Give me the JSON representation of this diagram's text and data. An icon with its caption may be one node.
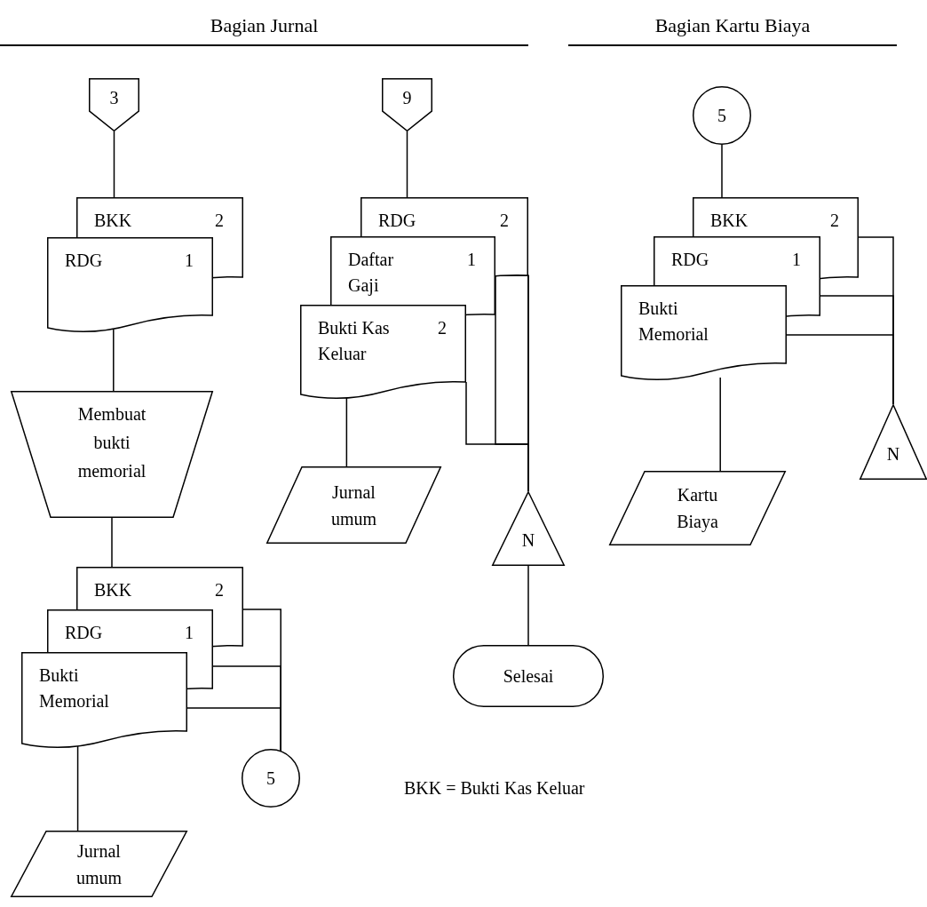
{
  "diagram": {
    "nodes": [
      {
        "text": [
          "3"
        ]
      },
      {
        "text": [
          "BKK",
          "2"
        ]
      },
      {
        "text": [
          "RDG",
          "1"
        ]
      },
      {
        "text": [
          "Membuat bukti memorial"
        ]
      },
      {
        "text": [
          "BKK",
          "2"
        ]
      },
      {
        "text": [
          "RDG",
          "1"
        ]
      },
      {
        "text": [
          "Bukti Memorial"
        ]
      },
      {
        "text": [
          "5"
        ]
      },
      {
        "text": [
          "Jurnal umum"
        ]
      },
      {
        "text": [
          "9"
        ]
      },
      {
        "text": [
          "RDG",
          "2"
        ]
      },
      {
        "text": [
          "Daftar Gaji",
          "1"
        ]
      },
      {
        "text": [
          "Bukti Kas Keluar",
          "2"
        ]
      },
      {
        "text": [
          "Jurnal umum"
        ]
      },
      {
        "text": [
          "N"
        ]
      },
      {
        "text": [
          "Selesai"
        ]
      },
      {
        "text": [
          "5"
        ]
      },
      {
        "text": [
          "BKK",
          "2"
        ]
      },
      {
        "text": [
          "RDG",
          "1"
        ]
      },
      {
        "text": [
          "Bukti Memorial"
        ]
      },
      {
        "text": [
          "Kartu Biaya"
        ]
      },
      {
        "text": [
          "N"
        ]
      }
    ],
    "edges": [
      {
        "from": 0,
        "to": 1,
        "arrow": "none"
      },
      {
        "from": 2,
        "to": 3,
        "arrow": "none"
      },
      {
        "from": 3,
        "to": 4,
        "arrow": "none"
      },
      {
        "from": 4,
        "to": 7,
        "arrow": "none"
      },
      {
        "from": 5,
        "to": 7,
        "arrow": "none"
      },
      {
        "from": 6,
        "to": 7,
        "arrow": "none"
      },
      {
        "from": 6,
        "to": 8,
        "arrow": "none"
      },
      {
        "from": 9,
        "to": 10,
        "arrow": "none"
      },
      {
        "from": 12,
        "to": 13,
        "arrow": "none"
      },
      {
        "from": 10,
        "to": 14,
        "arrow": "none"
      },
      {
        "from": 11,
        "to": 14,
        "arrow": "none"
      },
      {
        "from": 12,
        "to": 14,
        "arrow": "none"
      },
      {
        "from": 14,
        "to": 15,
        "arrow": "none"
      },
      {
        "from": 16,
        "to": 17,
        "arrow": "none"
      },
      {
        "from": 19,
        "to": 20,
        "arrow": "none"
      },
      {
        "from": 17,
        "to": 21,
        "arrow": "none"
      },
      {
        "from": 18,
        "to": 21,
        "arrow": "none"
      },
      {
        "from": 19,
        "to": 21,
        "arrow": "none"
      }
    ],
    "labels": [
      "Bagian Jurnal",
      "Bagian Kartu Biaya",
      "BKK = Bukti Kas Keluar"
    ]
  }
}
